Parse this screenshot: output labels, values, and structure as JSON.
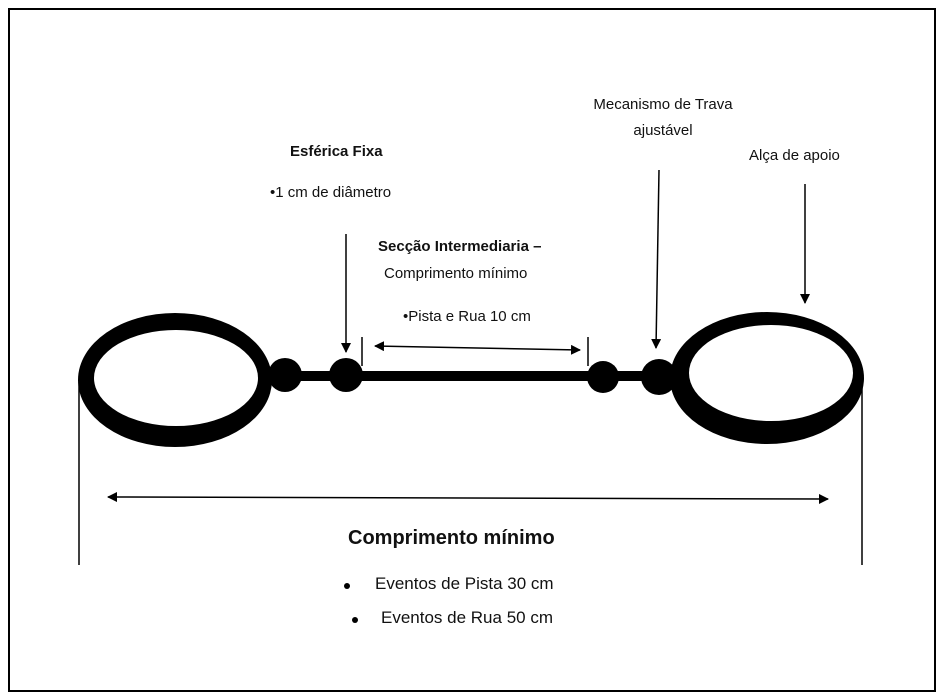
{
  "labels": {
    "esferica_title": "Esférica Fixa",
    "esferica_detail": "•1 cm de diâmetro",
    "seccao_title": "Secção Intermediaria –",
    "seccao_subtitle": "Comprimento mínimo",
    "seccao_detail": "•Pista e Rua 10 cm",
    "mecanismo_line1": "Mecanismo de Trava",
    "mecanismo_line2": "ajustável",
    "alca": "Alça de apoio",
    "comprimento_title": "Comprimento mínimo",
    "bullet_pista": "Eventos de Pista 30 cm",
    "bullet_rua": "Eventos de Rua 50 cm"
  },
  "colors": {
    "ink": "#000000",
    "background": "#ffffff"
  }
}
